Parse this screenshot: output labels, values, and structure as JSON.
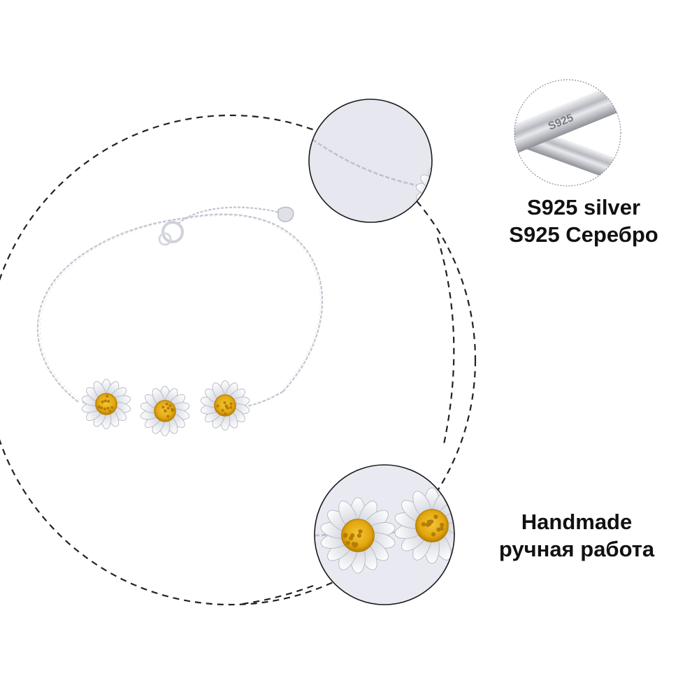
{
  "captions": {
    "material_en": "S925  silver",
    "material_ru": "S925 Серебро",
    "craft_en": "Handmade",
    "craft_ru": "ручная работа"
  },
  "stamp": {
    "text": "S925"
  },
  "colors": {
    "silver": "#e6e7ec",
    "silver_shadow": "#b9bcc6",
    "gold": "#e2a70e",
    "gold_dark": "#b57d05",
    "circle_border": "#1a1a1a",
    "lens_background": "#e8e9f0",
    "dashed_line": "#222222"
  },
  "icons": {
    "bracelet": "daisy-bracelet-illustration",
    "detail_chain": "chain-closeup-icon",
    "detail_flowers": "daisy-closeup-icon",
    "stamp": "silver-bar-stamp-icon"
  }
}
